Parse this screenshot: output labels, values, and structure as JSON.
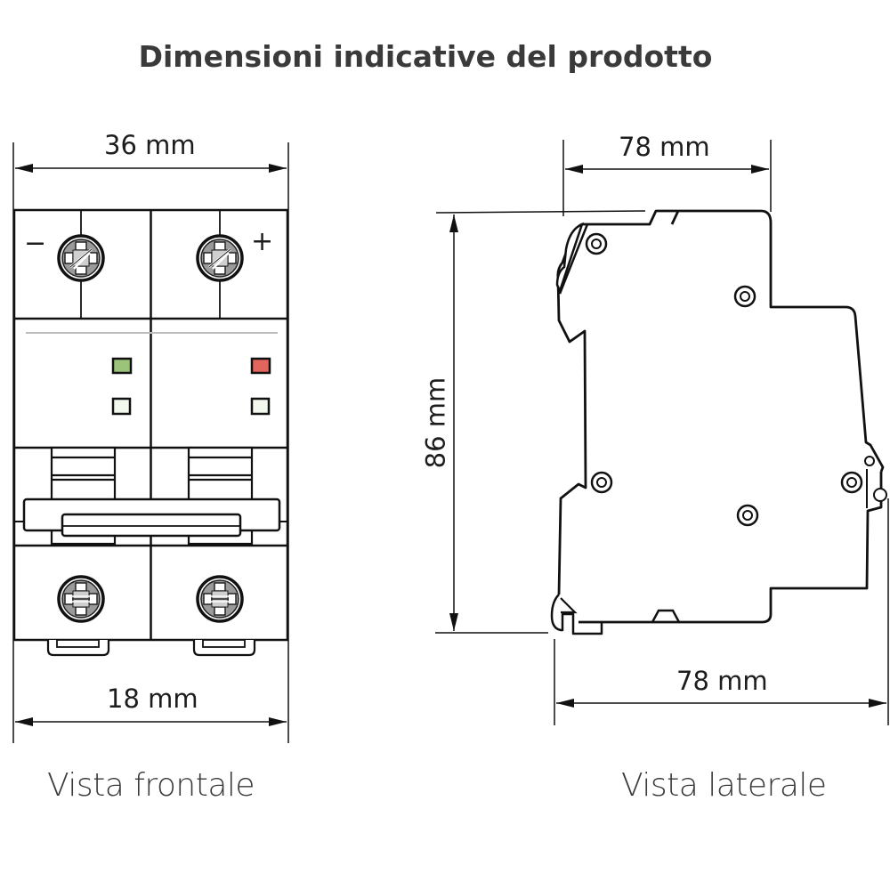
{
  "title": "Dimensioni indicative del prodotto",
  "front_view": {
    "label": "Vista frontale",
    "width_top": "36 mm",
    "width_bottom": "18 mm",
    "terminal_labels": {
      "negative": "−",
      "positive": "+"
    },
    "indicators": {
      "left_top_color": "#9bc47a",
      "left_bottom_color": "#f2f8ee",
      "right_top_color": "#e2665d",
      "right_bottom_color": "#f2f8ee"
    }
  },
  "side_view": {
    "label": "Vista laterale",
    "depth_top": "78 mm",
    "height": "86 mm",
    "depth_bottom": "78 mm"
  },
  "colors": {
    "line": "#111111",
    "screw_fill": "#9a9a9a",
    "screw_inner": "#ffffff",
    "separator": "#bdbdbd"
  }
}
